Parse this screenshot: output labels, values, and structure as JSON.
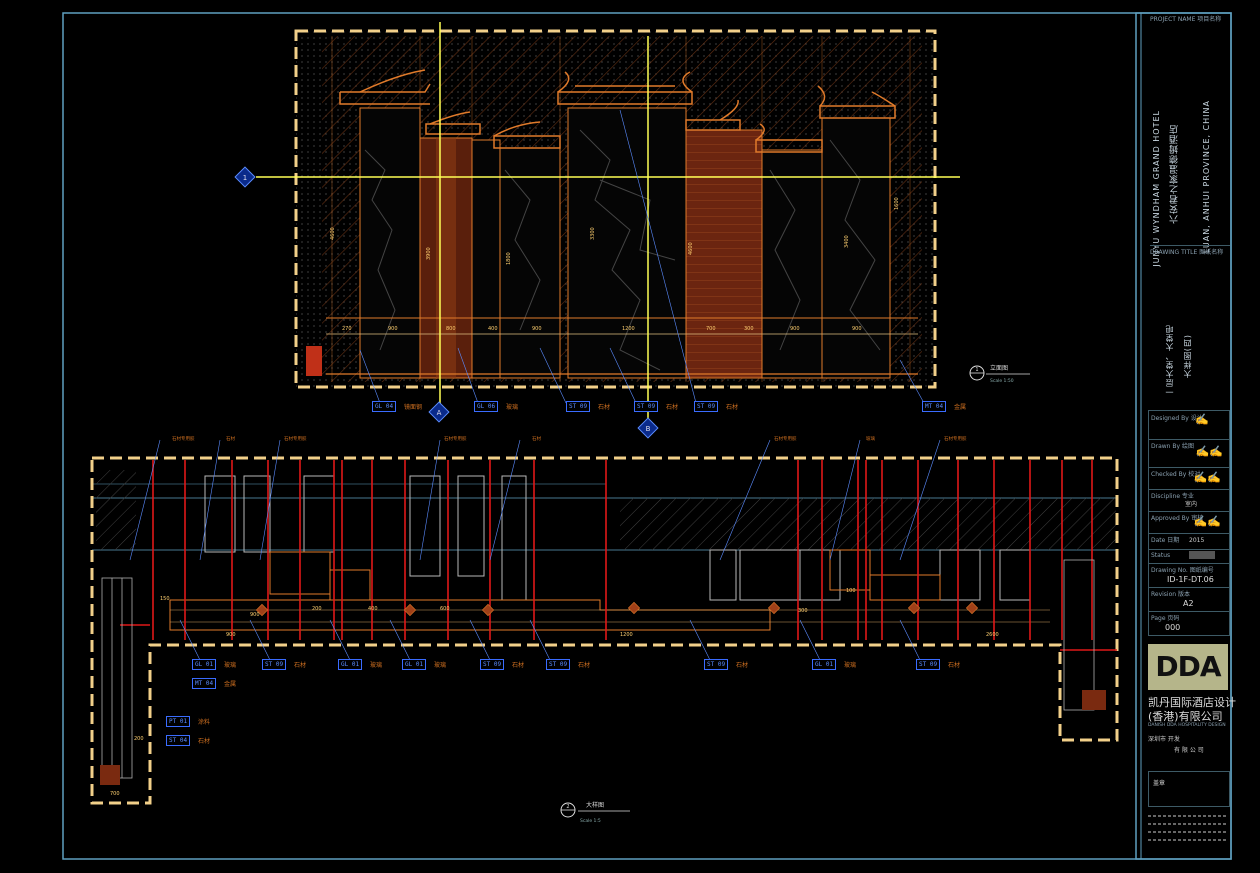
{
  "title_block": {
    "project_name_label": "PROJECT NAME 项目名称",
    "project_name_en": "JUNYU WYNDHAM GRAND HOTEL",
    "project_name_cn": "六安君之家温德姆酒店",
    "location": "LUAN, ANHUI PROVINCE, CHINA",
    "drawing_title_label": "DRAWING TITLE 图纸名称",
    "drawing_title_line1": "一层大堂、大堂吧",
    "drawing_title_line2": "大样图(四)",
    "designed_by_label": "Designed By 设计",
    "drawn_by_label": "Drawn By 绘图",
    "checked_by_label": "Checked By 校对",
    "discipline_label": "Discipline 专业",
    "discipline_value": "室内",
    "approved_by_label": "Approved By 审核",
    "date_label": "Date 日期",
    "date_value": "2015",
    "status_label": "Status",
    "drawing_no_label": "Drawing No. 图纸编号",
    "drawing_no": "ID-1F-DT.06",
    "scale_label": "Revision 版本",
    "paper_size": "A2",
    "page_label": "Page 页码",
    "page_value": "000",
    "company_cn": "凯丹国际酒店设计",
    "company_cn2": "(香港)有限公司",
    "company_en": "DANISH DDA HOSPITALITY DESIGN",
    "client_label": "深圳市 开发",
    "client_line2": "有 限 公 司",
    "seal_label": "盖章",
    "logo": "DDA"
  },
  "views": [
    {
      "id": "1",
      "title": "立面图",
      "scale": "Scale 1:50"
    },
    {
      "id": "2",
      "title": "大样图",
      "scale": "Scale 1:5"
    }
  ],
  "grid_bubbles": [
    "1",
    "A",
    "B"
  ],
  "elevation_dims": [
    "270",
    "900",
    "800",
    "400",
    "900",
    "1200",
    "700",
    "300",
    "900",
    "900",
    "4600",
    "3900",
    "1800",
    "3300",
    "4600",
    "3400",
    "1600"
  ],
  "plan_dims": [
    "900",
    "1200",
    "2600",
    "200",
    "400",
    "600",
    "900",
    "300",
    "100",
    "150",
    "200",
    "700"
  ],
  "tags_top": [
    {
      "code": "GL 04",
      "text": "镜面钢"
    },
    {
      "code": "GL 06",
      "text": "玻璃"
    },
    {
      "code": "ST 09",
      "text": "石材"
    },
    {
      "code": "ST 09",
      "text": "石材"
    },
    {
      "code": "ST 09",
      "text": "石材"
    },
    {
      "code": "MT 04",
      "text": "金属"
    }
  ],
  "tags_bottom": [
    {
      "code": "GL 01",
      "text": "玻璃"
    },
    {
      "code": "MT 04",
      "text": "金属"
    },
    {
      "code": "ST 09",
      "text": "石材"
    },
    {
      "code": "GL 01",
      "text": "玻璃"
    },
    {
      "code": "GL 01",
      "text": "玻璃"
    },
    {
      "code": "ST 09",
      "text": "石材"
    },
    {
      "code": "ST 09",
      "text": "石材"
    },
    {
      "code": "ST 09",
      "text": "石材"
    },
    {
      "code": "GL 01",
      "text": "玻璃"
    },
    {
      "code": "ST 09",
      "text": "石材"
    },
    {
      "code": "PT 01",
      "text": "涂料"
    },
    {
      "code": "ST 04",
      "text": "石材"
    }
  ],
  "colors": {
    "frame": "#5f9fbf",
    "outline_dash": "#f2d08a",
    "elevation_line": "#e07a2a",
    "guide_line": "#ffff55",
    "column_red": "#e01818",
    "tag_blue": "#3a6cff",
    "text_grey": "#9fb3c8"
  }
}
